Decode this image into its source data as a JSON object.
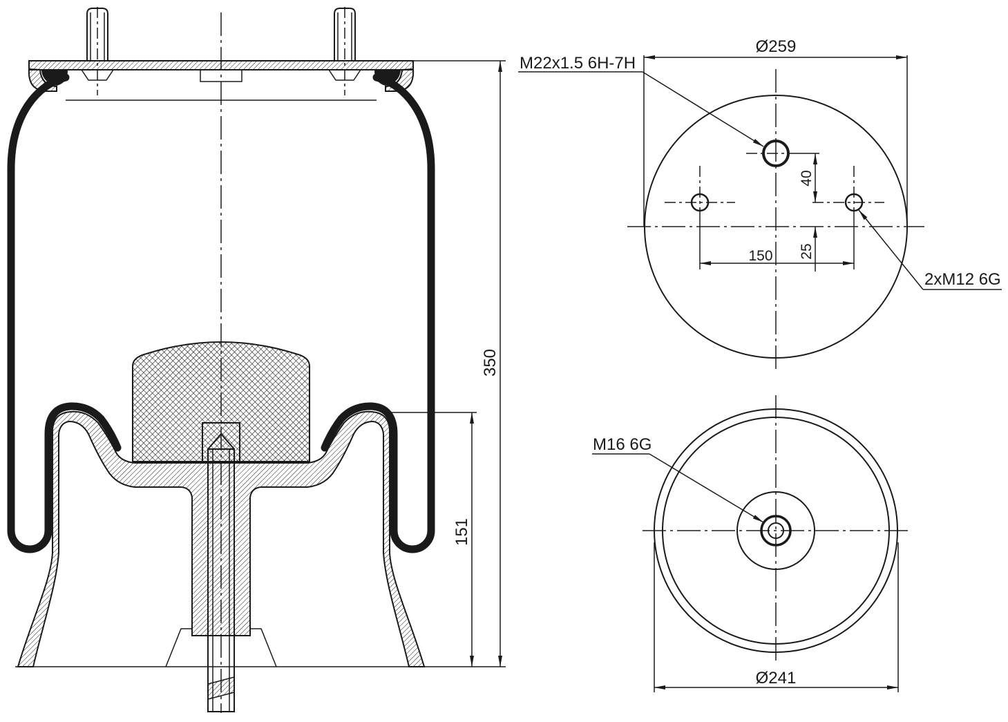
{
  "drawing": {
    "side_section": {
      "overall_height": "350",
      "piston_height": "151"
    },
    "top_view": {
      "diameter": "Ø259",
      "center_thread": "M22x1.5 6H-7H",
      "hole_offset_vertical": "40",
      "hole_spacing": "150",
      "hole_offset_center": "25",
      "side_threads": "2xM12 6G"
    },
    "bottom_view": {
      "diameter": "Ø241",
      "center_thread": "M16 6G"
    }
  },
  "colors": {
    "line": "#1a1a1a",
    "background": "#ffffff"
  }
}
